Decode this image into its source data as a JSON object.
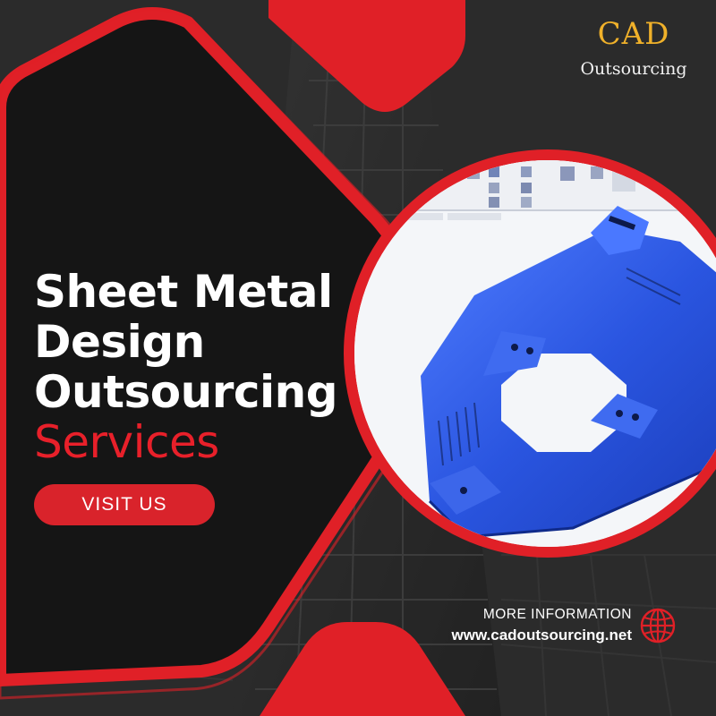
{
  "brand": {
    "top": "CAD",
    "bottom": "Outsourcing"
  },
  "headline": {
    "line1": "Sheet Metal",
    "line2": "Design",
    "line3": "Outsourcing",
    "accent": "Services"
  },
  "cta": {
    "label": "VISIT US"
  },
  "contact": {
    "label": "MORE INFORMATION",
    "website": "www.cadoutsourcing.net"
  },
  "icons": {
    "globe": "globe-icon"
  },
  "colors": {
    "accent": "#e8202a",
    "brand_gold": "#f0b12a",
    "background": "#2a2a2a",
    "part_blue": "#2f5ee8"
  }
}
